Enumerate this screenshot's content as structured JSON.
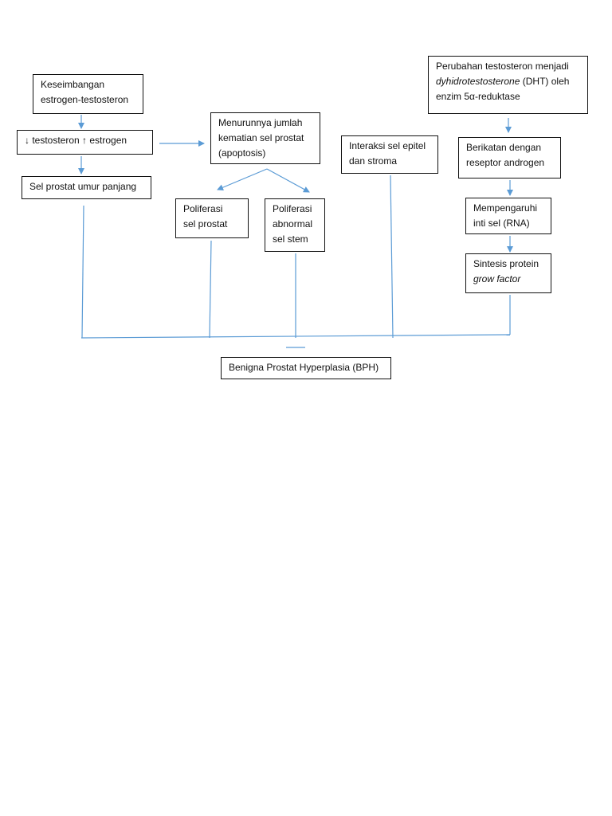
{
  "colors": {
    "connector": "#5b9bd5",
    "border": "#111111",
    "text": "#111111"
  },
  "nodes": {
    "keseimbangan": {
      "line1": "Keseimbangan",
      "line2": "estrogen-testosteron"
    },
    "testosteron": {
      "line1": "↓ testosteron ↑ estrogen"
    },
    "sel_prostat_umur": {
      "line1": "Sel prostat umur panjang"
    },
    "menurunnya": {
      "line1": "Menurunnya jumlah",
      "line2": "kematian sel prostat",
      "line3": "(apoptosis)"
    },
    "poliferasi_sel": {
      "line1": "Poliferasi",
      "line2": "sel prostat"
    },
    "poliferasi_abnormal": {
      "line1": "Poliferasi",
      "line2": "abnormal",
      "line3": "sel stem"
    },
    "interaksi": {
      "line1": "Interaksi sel epitel",
      "line2": "dan stroma"
    },
    "perubahan": {
      "line1": "Perubahan testosteron menjadi",
      "line2_italic": "dyhidrotestosterone",
      "line2_rest": " (DHT) oleh",
      "line3": "enzim 5α-reduktase"
    },
    "berikatan": {
      "line1": "Berikatan dengan",
      "line2": "reseptor androgen"
    },
    "mempengaruhi": {
      "line1": "Mempengaruhi",
      "line2": "inti sel (RNA)"
    },
    "sintesis": {
      "line1": "Sintesis protein",
      "line2_italic": "grow factor"
    },
    "bph": {
      "line1": "Benigna Prostat Hyperplasia (BPH)"
    }
  }
}
